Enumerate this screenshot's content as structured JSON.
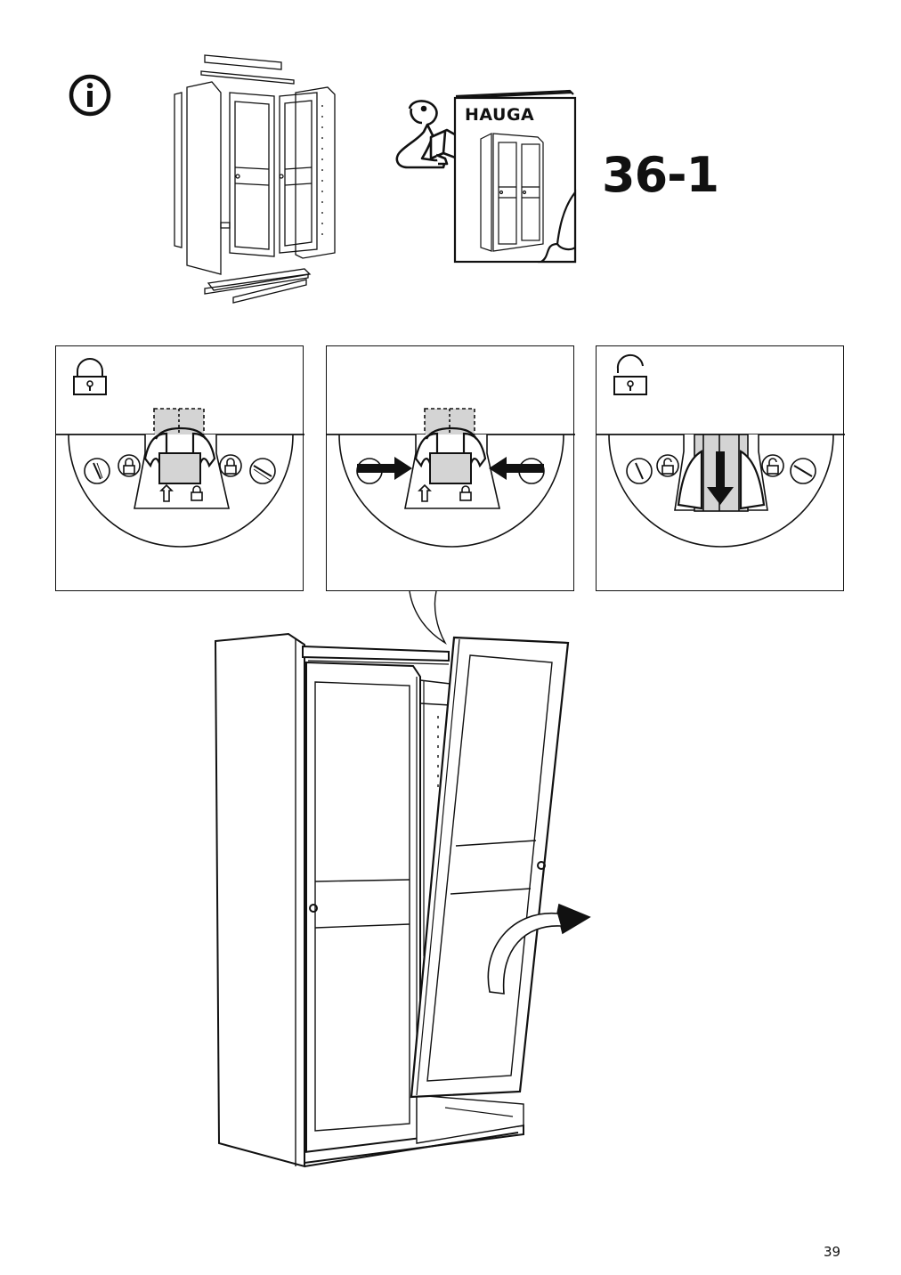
{
  "header": {
    "info_icon": "info-icon",
    "booklet_title": "HAUGA",
    "step_reference": "36-1"
  },
  "panels": [
    {
      "name": "locked-state",
      "lock_icon": "lock-closed-icon"
    },
    {
      "name": "squeeze-state",
      "lock_icon": ""
    },
    {
      "name": "unlocked-state",
      "lock_icon": "lock-open-icon"
    }
  ],
  "page": {
    "number": "39"
  },
  "colors": {
    "line": "#111111",
    "shade": "#d4d4d4",
    "shade_dark": "#bdbdbd"
  }
}
